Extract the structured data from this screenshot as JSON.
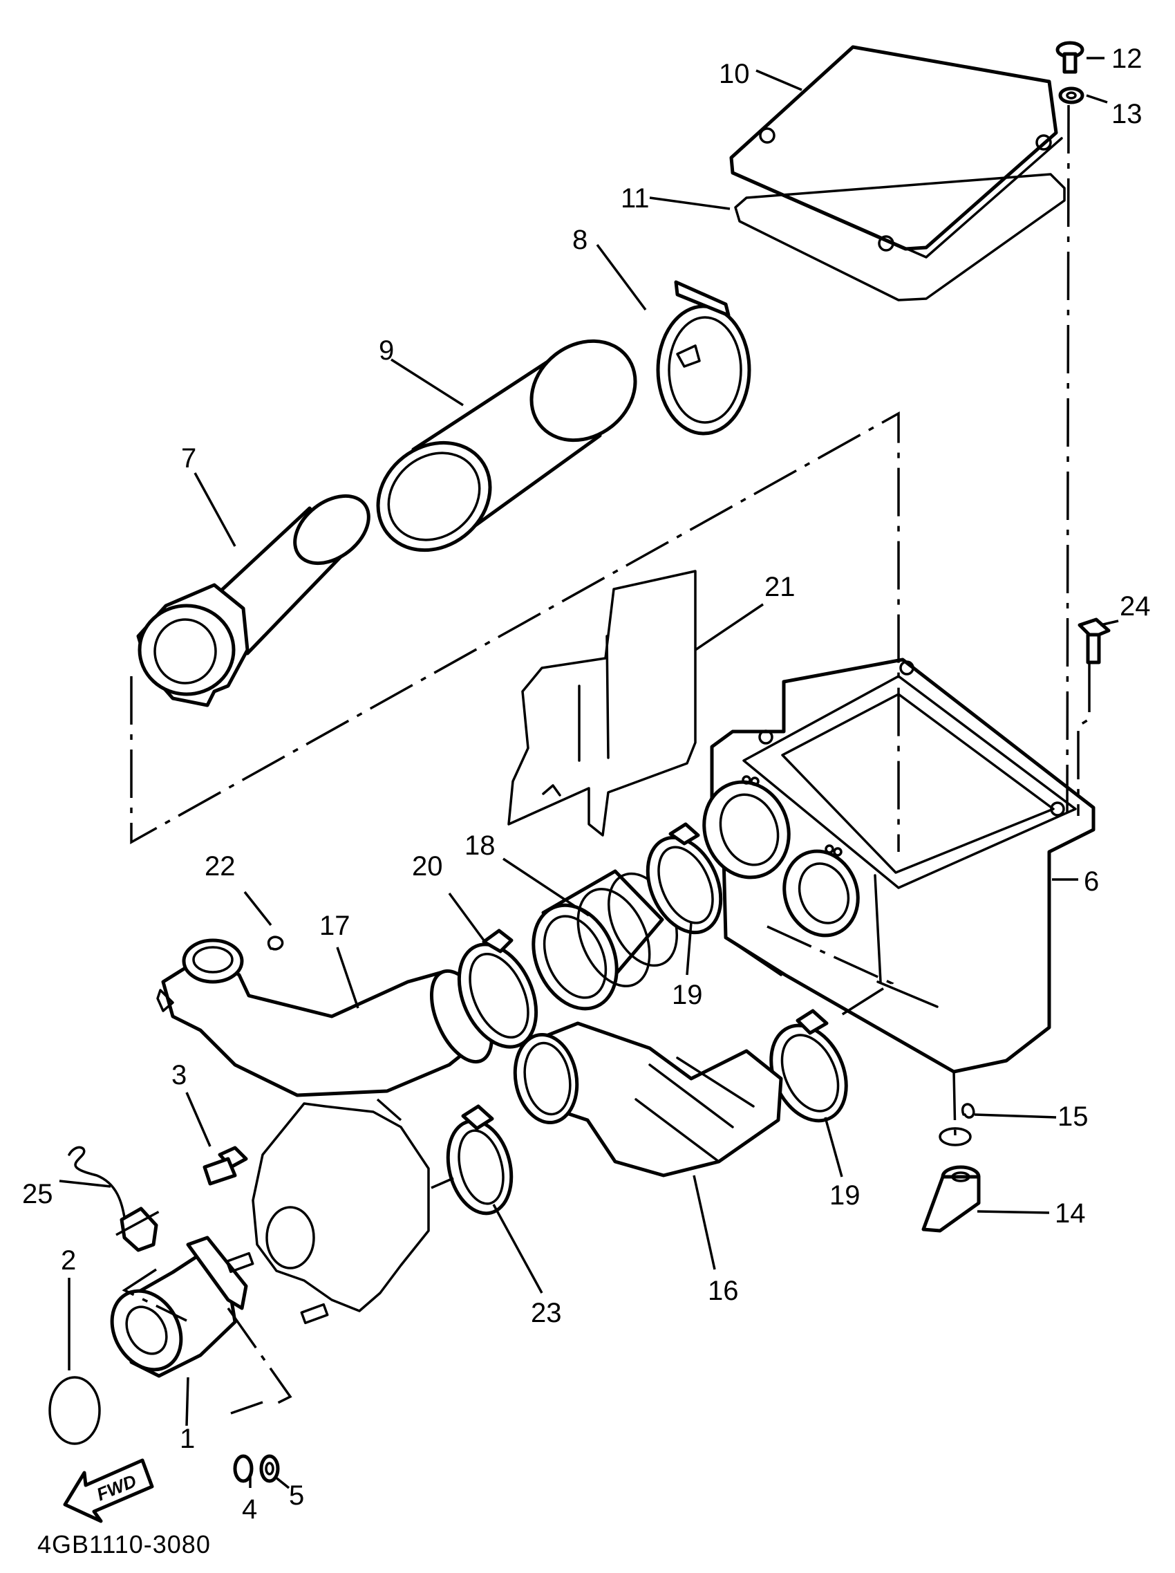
{
  "diagram": {
    "callouts": {
      "p1": "1",
      "p2": "2",
      "p3": "3",
      "p4": "4",
      "p5": "5",
      "p6": "6",
      "p7": "7",
      "p8": "8",
      "p9": "9",
      "p10": "10",
      "p11": "11",
      "p12": "12",
      "p13": "13",
      "p14": "14",
      "p15": "15",
      "p16": "16",
      "p17": "17",
      "p18": "18",
      "p19a": "19",
      "p19b": "19",
      "p20": "20",
      "p21": "21",
      "p22": "22",
      "p23": "23",
      "p24": "24",
      "p25": "25"
    },
    "fwd_label": "FWD",
    "drawing_code": "4GB1110-3080"
  }
}
